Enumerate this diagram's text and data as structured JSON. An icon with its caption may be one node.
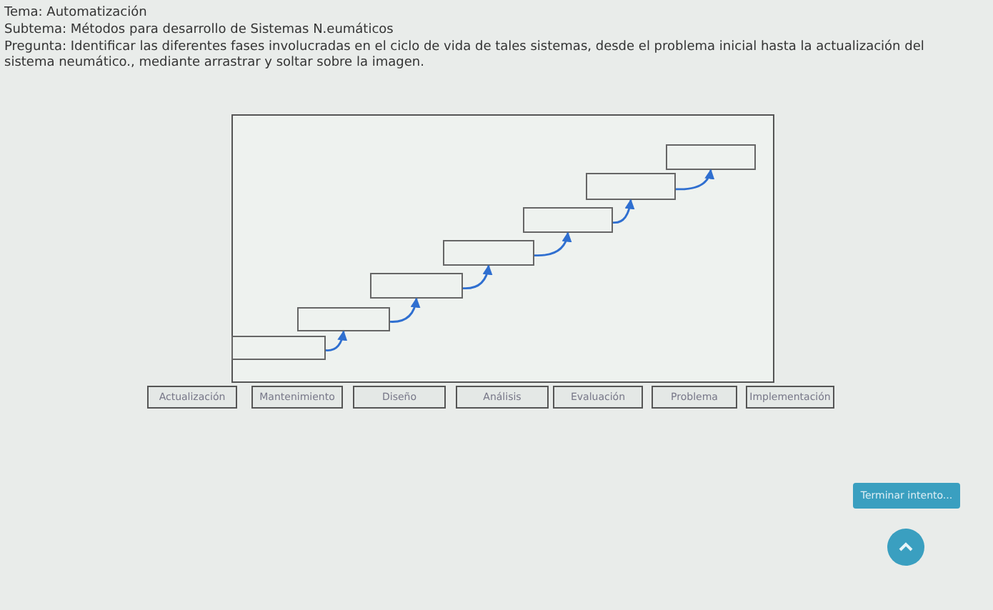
{
  "diagram": {
    "nodes": [
      {
        "text": [],
        "shape": "box"
      },
      {
        "text": [],
        "shape": "box",
        "in": 0
      },
      {
        "text": [],
        "shape": "box",
        "in": 0
      },
      {
        "text": [],
        "shape": "box",
        "in": 0
      },
      {
        "text": [],
        "shape": "box",
        "in": 0
      },
      {
        "text": [],
        "shape": "box",
        "in": 0
      },
      {
        "text": [],
        "shape": "box",
        "in": 0
      },
      {
        "text": [],
        "shape": "box",
        "in": 0
      },
      {
        "text": [
          "Actualización"
        ]
      },
      {
        "text": [
          "Mantenimiento"
        ]
      },
      {
        "text": [
          "Diseño"
        ]
      },
      {
        "text": [
          "Análisis"
        ]
      },
      {
        "text": [
          "Evaluación"
        ]
      },
      {
        "text": [
          "Problema"
        ]
      },
      {
        "text": [
          "Implementación"
        ]
      },
      {
        "text": [
          "Terminar intento..."
        ]
      }
    ],
    "edges": [
      {
        "from": 1,
        "to": 2,
        "arrow": "to"
      },
      {
        "from": 2,
        "to": 3,
        "arrow": "to"
      },
      {
        "from": 3,
        "to": 4,
        "arrow": "to"
      },
      {
        "from": 4,
        "to": 5,
        "arrow": "to"
      },
      {
        "from": 5,
        "to": 6,
        "arrow": "to"
      },
      {
        "from": 6,
        "to": 7,
        "arrow": "to"
      }
    ],
    "labels": [
      "Tema: Automatización",
      "Subtema: Métodos para desarrollo de Sistemas N.eumáticos",
      "Pregunta: Identificar las diferentes fases involucradas en el ciclo de vida de tales sistemas, desde el problema inicial hasta la actualización del sistema neumático., mediante arrastrar y soltar sobre la imagen."
    ]
  }
}
